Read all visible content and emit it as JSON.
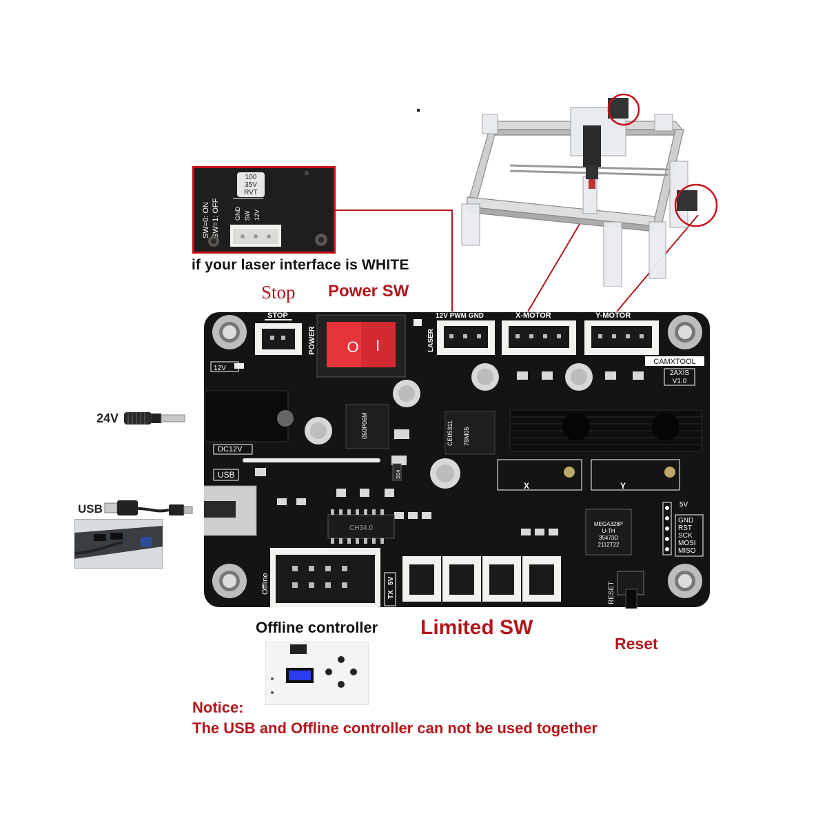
{
  "inset": {
    "caption": "if your laser interface is WHITE",
    "capacitor_lines": [
      "100",
      "35V",
      "RVT"
    ],
    "sw_lines": [
      "SW=0: ON",
      "SW=1: OFF"
    ],
    "pin_labels": [
      "GND",
      "SW",
      "12V"
    ]
  },
  "callouts": {
    "stop": "Stop",
    "power_sw": "Power SW",
    "v24": "24V",
    "usb": "USB",
    "offline_controller": "Offline controller",
    "limited_sw": "Limited SW",
    "reset": "Reset"
  },
  "notice": {
    "title": "Notice:",
    "body": "The USB and Offline controller can not be used together"
  },
  "board": {
    "stop": "STOP",
    "power": "POWER",
    "laser": "LASER",
    "laser_header": "12V PWM GND",
    "x_motor": "X-MOTOR",
    "y_motor": "Y-MOTOR",
    "brand": "CAMXTOOL",
    "model_lines": [
      "2AXIS",
      "V1.0"
    ],
    "v12": "12V",
    "dc12v": "DC12V",
    "usb": "USB",
    "offline": "Offline",
    "tx": "TX",
    "v5_bottom": "5V",
    "reset": "RESET",
    "x": "X",
    "y": "Y",
    "isp_top": "5V",
    "isp_pins": [
      "GND",
      "RST",
      "SCK",
      "MOSI",
      "MISO"
    ],
    "mcu_lines": [
      "MEGA328P",
      "U-TH",
      "35473D",
      "2112T22"
    ],
    "regulator": "78M05",
    "chip_a": "050P06M",
    "chip_b": "CE05311",
    "chip_c": "CH34.0",
    "ss4": "SS4",
    "switch_on": "I",
    "switch_off": "O"
  },
  "colors": {
    "pcb": "#141414",
    "silkscreen": "#ffffff",
    "callout_red": "#b3161b",
    "switch_red": "#e5343a",
    "connector": "#f2f2ee"
  }
}
